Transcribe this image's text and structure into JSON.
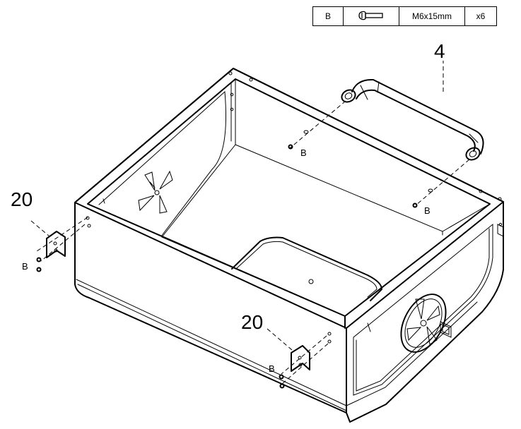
{
  "parts_table": {
    "letter": "B",
    "icon": "screw-icon",
    "spec": "M6x15mm",
    "qty": "x6"
  },
  "callouts": {
    "handle_number": "4",
    "bracket_left_number": "20",
    "bracket_right_number": "20",
    "screw_label": "B"
  }
}
